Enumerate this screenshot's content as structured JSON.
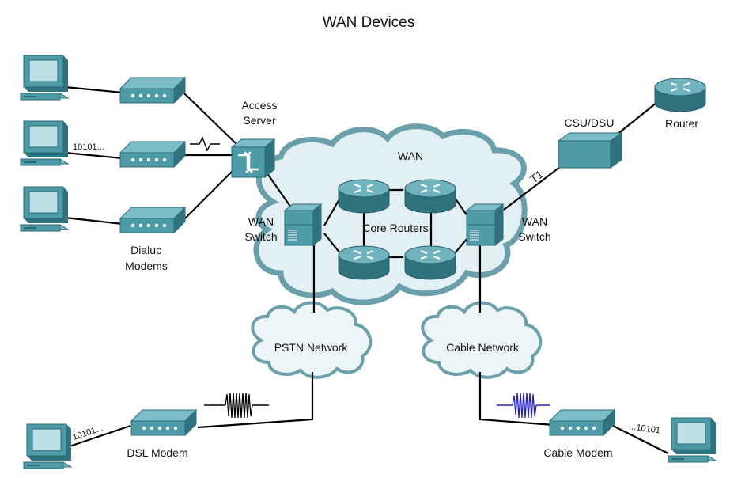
{
  "title": "WAN Devices",
  "labels": {
    "access_server_1": "Access",
    "access_server_2": "Server",
    "csu_dsu": "CSU/DSU",
    "router": "Router",
    "wan_cloud": "WAN",
    "core_routers": "Core Routers",
    "wan_switch_left_1": "WAN",
    "wan_switch_left_2": "Switch",
    "wan_switch_right_1": "WAN",
    "wan_switch_right_2": "Switch",
    "t1": "T1",
    "dialup_1": "Dialup",
    "dialup_2": "Modems",
    "bits_modem": "10101...",
    "pstn_network": "PSTN Network",
    "cable_network": "Cable Network",
    "dsl_modem": "DSL Modem",
    "cable_modem": "Cable Modem",
    "bits_dsl": "10101...",
    "bits_cable": "...10101"
  },
  "colors": {
    "cloud_fill": "#e3f0f3",
    "cloud_stroke": "#6aa0ab",
    "device_teal": "#3d8c98",
    "router_teal": "#4a9ba7",
    "signal_black": "#000000",
    "signal_blue": "#2020d0"
  },
  "icons": {
    "computer": "computer-icon",
    "modem": "modem-icon",
    "access_server": "access-server-icon",
    "wan_switch": "wan-switch-icon",
    "router": "router-icon",
    "csu_dsu": "csu-dsu-icon"
  }
}
